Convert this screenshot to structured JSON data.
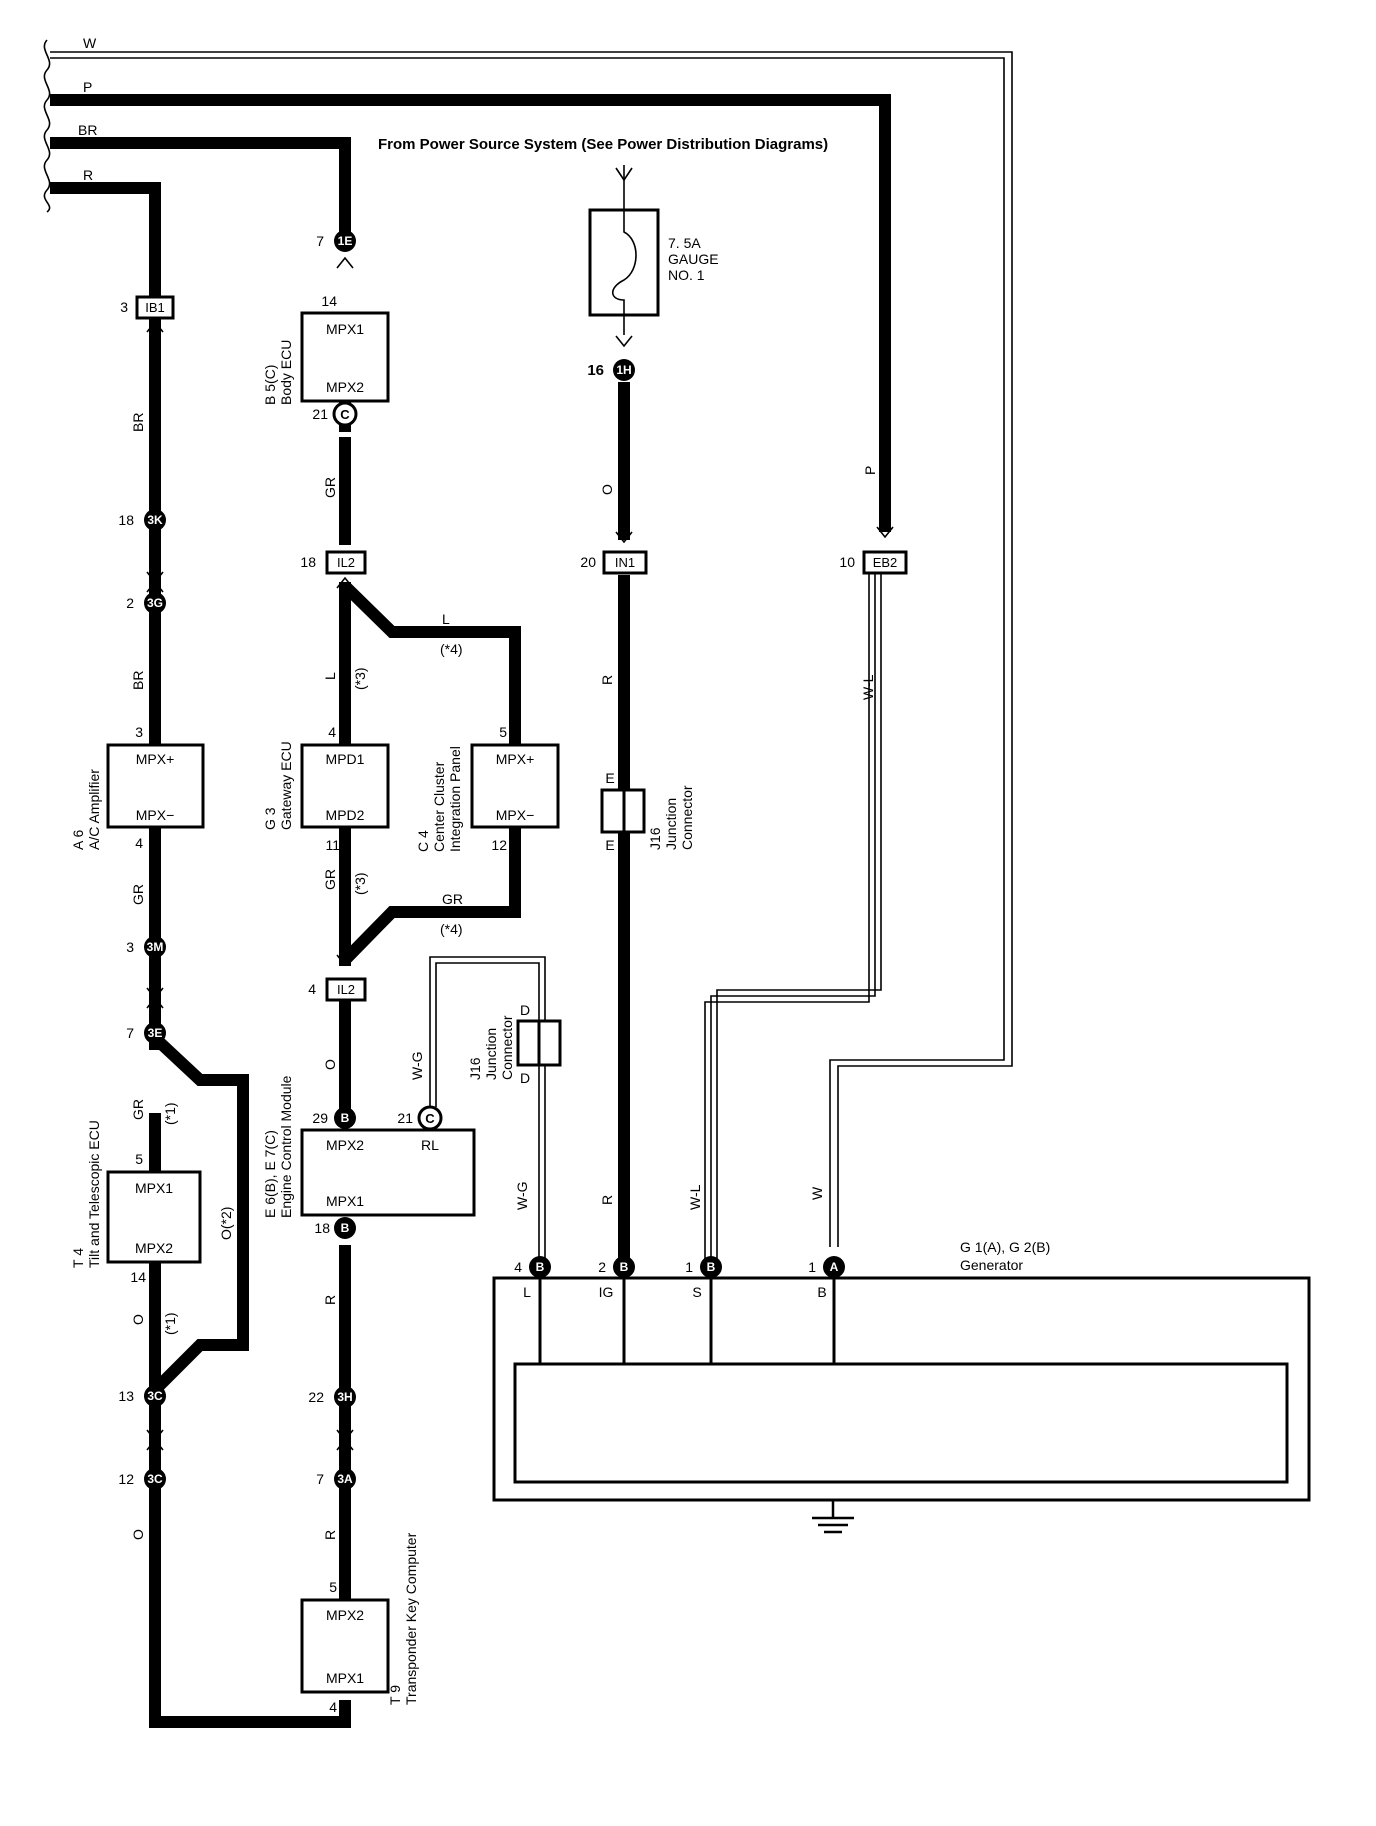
{
  "source": {
    "note": "From Power Source System (See Power Distribution Diagrams)",
    "fuse_value": "7. 5A",
    "fuse_name": "GAUGE",
    "fuse_name2": "NO. 1"
  },
  "bus_wires": {
    "w": "W",
    "p": "P",
    "br": "BR",
    "r": "R"
  },
  "connectors": {
    "1E": {
      "pin": "7",
      "id": "1E"
    },
    "IB1": {
      "pin": "3",
      "id": "IB1"
    },
    "3K": {
      "pin": "18",
      "id": "3K"
    },
    "3G": {
      "pin": "2",
      "id": "3G"
    },
    "3M": {
      "pin": "3",
      "id": "3M"
    },
    "3E": {
      "pin": "7",
      "id": "3E"
    },
    "3C_a": {
      "pin": "13",
      "id": "3C"
    },
    "3C_b": {
      "pin": "12",
      "id": "3C"
    },
    "IL2_a": {
      "pin": "18",
      "id": "IL2"
    },
    "IL2_b": {
      "pin": "4",
      "id": "IL2"
    },
    "1H": {
      "pin": "16",
      "id": "1H"
    },
    "IN1": {
      "pin": "20",
      "id": "IN1"
    },
    "EB2": {
      "pin": "10",
      "id": "EB2"
    },
    "B5_C": {
      "pin": "21",
      "id": "C"
    },
    "E6_B_29": {
      "pin": "29",
      "id": "B"
    },
    "E7_C_21": {
      "pin": "21",
      "id": "C"
    },
    "E6_B_18": {
      "pin": "18",
      "id": "B"
    },
    "3H": {
      "pin": "22",
      "id": "3H"
    },
    "3A": {
      "pin": "7",
      "id": "3A"
    },
    "G_4": {
      "pin": "4",
      "id": "B"
    },
    "G_2": {
      "pin": "2",
      "id": "B"
    },
    "G_1B": {
      "pin": "1",
      "id": "B"
    },
    "G_1A": {
      "pin": "1",
      "id": "A"
    }
  },
  "wire_labels": {
    "br1": "BR",
    "br2": "BR",
    "gr1": "GR",
    "gr2": "GR",
    "o1": "O",
    "o2": "O(*2)",
    "o3": "O",
    "star1a": "(*1)",
    "star1b": "(*1)",
    "gr_b5": "GR",
    "l_left": "L",
    "star3a": "(*3)",
    "l_top": "L",
    "star4a": "(*4)",
    "gr_left": "GR",
    "star3b": "(*3)",
    "gr_bottom": "GR",
    "star4b": "(*4)",
    "o_mid": "O",
    "r_mid1": "R",
    "r_mid2": "R",
    "wg1": "W-G",
    "wg2": "W-G",
    "o_ig": "O",
    "r_ig1": "R",
    "r_ig2": "R",
    "p_right": "P",
    "wl1": "W-L",
    "wl2": "W-L",
    "w_right": "W"
  },
  "components": {
    "body_ecu": {
      "code": "B 5(C)",
      "name": "Body ECU",
      "pin_top": "14",
      "term1": "MPX1",
      "term2": "MPX2"
    },
    "ac_amp": {
      "code": "A 6",
      "name": "A/C Amplifier",
      "pin_top": "3",
      "pin_bottom": "4",
      "term1": "MPX+",
      "term2": "MPX−"
    },
    "gateway": {
      "code": "G 3",
      "name": "Gateway ECU",
      "pin_top": "4",
      "pin_bottom": "11",
      "term1": "MPD1",
      "term2": "MPD2"
    },
    "center_cluster": {
      "code": "C 4",
      "name": "Center Cluster",
      "name2": "Integration Panel",
      "pin_top": "5",
      "pin_bottom": "12",
      "term1": "MPX+",
      "term2": "MPX−"
    },
    "tilt": {
      "code": "T 4",
      "name": "Tilt and Telescopic ECU",
      "pin_top": "5",
      "pin_bottom": "14",
      "term1": "MPX1",
      "term2": "MPX2"
    },
    "ecm": {
      "code": "E 6(B), E 7(C)",
      "name": "Engine Control Module",
      "term1": "MPX2",
      "term_rl": "RL",
      "term2": "MPX1"
    },
    "transponder": {
      "code": "T 9",
      "name": "Transponder Key Computer",
      "pin_top": "5",
      "pin_bottom": "4",
      "term1": "MPX2",
      "term2": "MPX1"
    },
    "junction_right": {
      "code": "J16",
      "name": "Junction",
      "name2": "Connector",
      "pin_a": "E",
      "pin_b": "E"
    },
    "junction_mid": {
      "code": "J16",
      "name": "Junction",
      "name2": "Connector",
      "pin_a": "D",
      "pin_b": "D"
    },
    "generator": {
      "code": "G 1(A), G 2(B)",
      "name": "Generator",
      "term_l": "L",
      "term_ig": "IG",
      "term_s": "S",
      "term_b": "B"
    }
  }
}
